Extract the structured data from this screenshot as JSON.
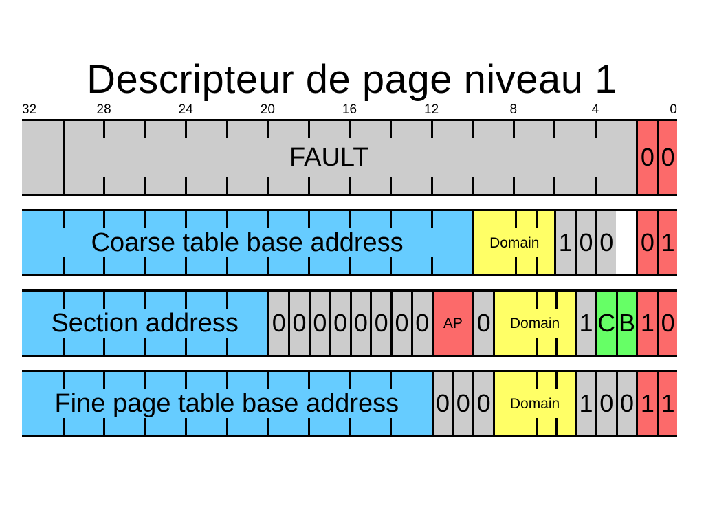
{
  "title": "Descripteur de page niveau 1",
  "colors": {
    "gray": "#cccccc",
    "blue": "#66ccff",
    "yellow": "#ffff66",
    "green": "#66ff66",
    "red": "#fc6a6a",
    "border": "#000000",
    "background": "#ffffff"
  },
  "ruler": {
    "total_bits": 32,
    "msb_left": true,
    "labels": [
      {
        "text": "32",
        "bit": 32
      },
      {
        "text": "28",
        "bit": 28
      },
      {
        "text": "24",
        "bit": 24
      },
      {
        "text": "20",
        "bit": 20
      },
      {
        "text": "16",
        "bit": 16
      },
      {
        "text": "12",
        "bit": 12
      },
      {
        "text": "8",
        "bit": 8
      },
      {
        "text": "4",
        "bit": 4
      },
      {
        "text": "0",
        "bit": 0
      }
    ]
  },
  "rows": [
    {
      "name": "fault-descriptor",
      "fields": [
        {
          "label": "FAULT",
          "color": "gray",
          "hi": 31,
          "lo": 2,
          "size": "big",
          "ticks": [
            30,
            28,
            26,
            24,
            22,
            20,
            18,
            16,
            14,
            12,
            10,
            8,
            6,
            4
          ],
          "full_ticks": [
            30
          ]
        },
        {
          "label": "0",
          "color": "red",
          "hi": 1,
          "lo": 1,
          "size": "bit"
        },
        {
          "label": "0",
          "color": "red",
          "hi": 0,
          "lo": 0,
          "size": "bit"
        }
      ]
    },
    {
      "name": "coarse-page-table-descriptor",
      "fields": [
        {
          "label": "Coarse table base address",
          "color": "blue",
          "hi": 31,
          "lo": 10,
          "size": "big",
          "ticks": [
            30,
            28,
            26,
            24,
            22,
            20,
            18,
            16,
            14,
            12
          ]
        },
        {
          "label": "Domain",
          "color": "yellow",
          "hi": 9,
          "lo": 6,
          "size": "small",
          "ticks": [
            8,
            7,
            6
          ]
        },
        {
          "label": "1",
          "color": "gray",
          "hi": 5,
          "lo": 5,
          "size": "bit"
        },
        {
          "label": "0",
          "color": "gray",
          "hi": 4,
          "lo": 4,
          "size": "bit"
        },
        {
          "label": "0",
          "color": "gray",
          "hi": 3,
          "lo": 3,
          "size": "bit"
        },
        {
          "label": "0",
          "color": "red",
          "hi": 1,
          "lo": 1,
          "size": "bit"
        },
        {
          "label": "1",
          "color": "red",
          "hi": 0,
          "lo": 0,
          "size": "bit"
        }
      ]
    },
    {
      "name": "section-descriptor",
      "fields": [
        {
          "label": "Section address",
          "color": "blue",
          "hi": 31,
          "lo": 20,
          "size": "big",
          "ticks": [
            30,
            28,
            26,
            24,
            22
          ]
        },
        {
          "label": "0",
          "color": "gray",
          "hi": 19,
          "lo": 19,
          "size": "bit"
        },
        {
          "label": "0",
          "color": "gray",
          "hi": 18,
          "lo": 18,
          "size": "bit"
        },
        {
          "label": "0",
          "color": "gray",
          "hi": 17,
          "lo": 17,
          "size": "bit"
        },
        {
          "label": "0",
          "color": "gray",
          "hi": 16,
          "lo": 16,
          "size": "bit"
        },
        {
          "label": "0",
          "color": "gray",
          "hi": 15,
          "lo": 15,
          "size": "bit"
        },
        {
          "label": "0",
          "color": "gray",
          "hi": 14,
          "lo": 14,
          "size": "bit"
        },
        {
          "label": "0",
          "color": "gray",
          "hi": 13,
          "lo": 13,
          "size": "bit"
        },
        {
          "label": "0",
          "color": "gray",
          "hi": 12,
          "lo": 12,
          "size": "bit"
        },
        {
          "label": "AP",
          "color": "red",
          "hi": 11,
          "lo": 10,
          "size": "small",
          "ticks": [
            10
          ]
        },
        {
          "label": "0",
          "color": "gray",
          "hi": 9,
          "lo": 9,
          "size": "bit"
        },
        {
          "label": "Domain",
          "color": "yellow",
          "hi": 8,
          "lo": 5,
          "size": "small",
          "ticks": [
            7,
            6,
            5
          ]
        },
        {
          "label": "1",
          "color": "gray",
          "hi": 4,
          "lo": 4,
          "size": "bit"
        },
        {
          "label": "C",
          "color": "green",
          "hi": 3,
          "lo": 3,
          "size": "bit"
        },
        {
          "label": "B",
          "color": "green",
          "hi": 2,
          "lo": 2,
          "size": "bit"
        },
        {
          "label": "1",
          "color": "red",
          "hi": 1,
          "lo": 1,
          "size": "bit"
        },
        {
          "label": "0",
          "color": "red",
          "hi": 0,
          "lo": 0,
          "size": "bit"
        }
      ]
    },
    {
      "name": "fine-page-table-descriptor",
      "fields": [
        {
          "label": "Fine page table base address",
          "color": "blue",
          "hi": 31,
          "lo": 12,
          "size": "big",
          "ticks": [
            30,
            28,
            26,
            24,
            22,
            20,
            18,
            16,
            14
          ]
        },
        {
          "label": "0",
          "color": "gray",
          "hi": 11,
          "lo": 11,
          "size": "bit"
        },
        {
          "label": "0",
          "color": "gray",
          "hi": 10,
          "lo": 10,
          "size": "bit"
        },
        {
          "label": "0",
          "color": "gray",
          "hi": 9,
          "lo": 9,
          "size": "bit"
        },
        {
          "label": "Domain",
          "color": "yellow",
          "hi": 8,
          "lo": 5,
          "size": "small",
          "ticks": [
            7,
            6,
            5
          ]
        },
        {
          "label": "1",
          "color": "gray",
          "hi": 4,
          "lo": 4,
          "size": "bit"
        },
        {
          "label": "0",
          "color": "gray",
          "hi": 3,
          "lo": 3,
          "size": "bit"
        },
        {
          "label": "0",
          "color": "gray",
          "hi": 2,
          "lo": 2,
          "size": "bit"
        },
        {
          "label": "1",
          "color": "red",
          "hi": 1,
          "lo": 1,
          "size": "bit"
        },
        {
          "label": "1",
          "color": "red",
          "hi": 0,
          "lo": 0,
          "size": "bit"
        }
      ]
    }
  ]
}
